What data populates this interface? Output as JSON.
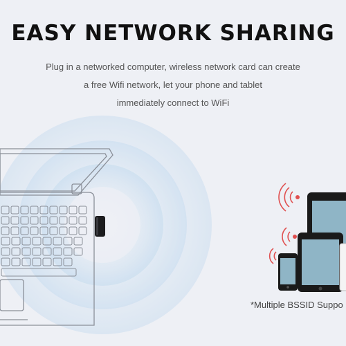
{
  "headline": "EASY NETWORK SHARING",
  "subtitle": {
    "line1": "Plug in a networked computer, wireless network card can create",
    "line2": "a free Wifi network, let your phone and tablet",
    "line3": "immediately connect to WiFi"
  },
  "footnote": "*Multiple BSSID Suppo",
  "colors": {
    "background": "#eef0f5",
    "headline": "#111111",
    "wave": "#cfe0f2",
    "signal": "#e05050",
    "screen": "#8fb5c6"
  },
  "icons": [
    "laptop-icon",
    "usb-adapter-icon",
    "wifi-wave-icon",
    "signal-icon",
    "tablet-icon",
    "phone-icon"
  ]
}
